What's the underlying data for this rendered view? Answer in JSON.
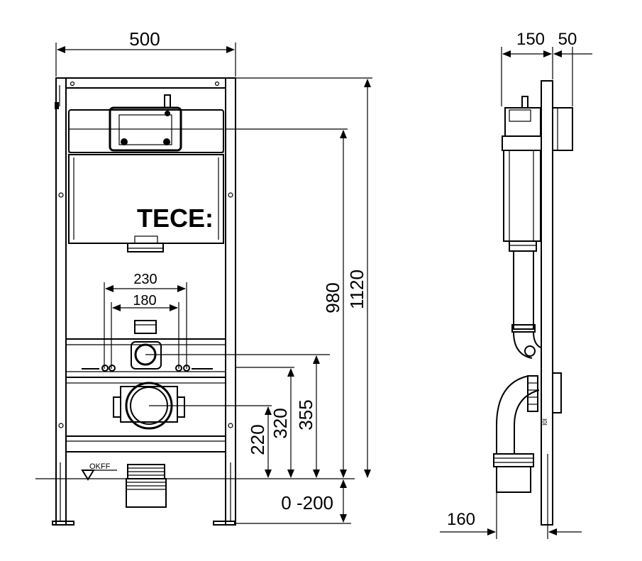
{
  "brand": {
    "logo_text": "TECE:"
  },
  "front_view": {
    "width_total": "500",
    "outer_spacing": "230",
    "inner_spacing": "180",
    "height_total": "1120",
    "height_tank": "980",
    "height_pipe_top": "355",
    "height_upper": "320",
    "height_drain": "220",
    "floor_adjust": "0 -200",
    "floor_label": "OKFF"
  },
  "side_view": {
    "depth_frame": "150",
    "depth_plate": "50",
    "depth_bottom": "160"
  }
}
